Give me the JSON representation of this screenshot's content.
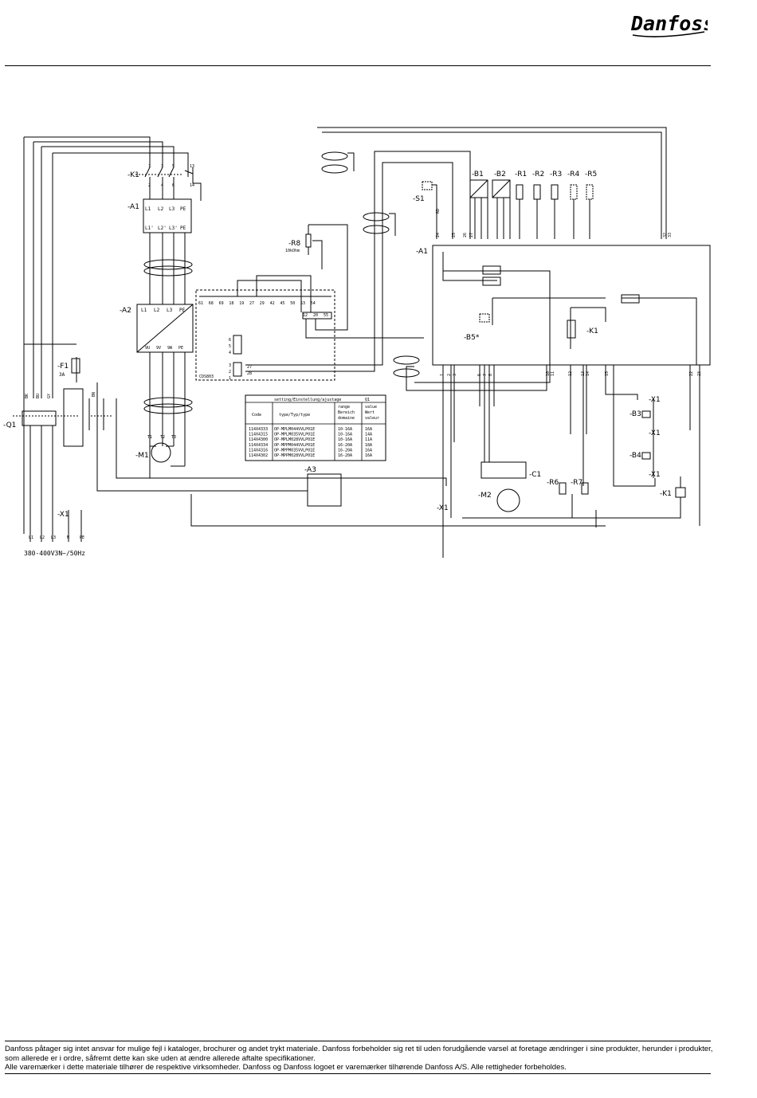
{
  "brand": {
    "logo_text": "Danfoss",
    "color": "#000000"
  },
  "diagram": {
    "components": {
      "K1": "-K1",
      "A1_top": "-A1",
      "A2": "-A2",
      "M1": "-M1",
      "F1": "-F1",
      "F1_rating": "3A",
      "Q1": "-Q1",
      "X1_left": "-X1",
      "A3": "-A3",
      "R8": "-R8",
      "R8_value": "10kOhm",
      "A1_ctrl": "-A1",
      "S1": "-S1",
      "B1": "-B1",
      "B2": "-B2",
      "R1": "-R1",
      "R2": "-R2",
      "R3": "-R3",
      "R4": "-R4",
      "R5": "-R5",
      "B5": "-B5*",
      "K1_ctrl": "-K1",
      "C1": "-C1",
      "M2": "-M2",
      "R6": "-R6",
      "R7": "-R7",
      "X1_bottom": "-X1",
      "X1_22": "-X1",
      "B3": "-B3",
      "X1_20": "-X1",
      "B4": "-B4",
      "X1_15": "-X1",
      "K1_coil": "-K1",
      "CDS": "CDS803"
    },
    "supply": "380-400V3N~/50Hz",
    "mains_labels": [
      "L1",
      "L2",
      "L3",
      "N",
      "PE"
    ],
    "phase_labels": [
      "L1",
      "L2",
      "L3",
      "PE"
    ],
    "phase_out_labels": [
      "L1'",
      "L2'",
      "L3'",
      "PE"
    ],
    "vfd_in_labels": [
      "L1",
      "L2",
      "L3",
      "PE"
    ],
    "vfd_out_labels": [
      "9U",
      "9V",
      "9W",
      "PE"
    ],
    "motor_labels": [
      "T1",
      "T2",
      "T3"
    ],
    "contactor_terms_top": [
      "1",
      "3",
      "5",
      "13"
    ],
    "contactor_terms_bottom": [
      "2",
      "4",
      "6",
      "14"
    ],
    "vfd_terms_top": [
      "61",
      "68",
      "69",
      "18",
      "19",
      "27",
      "29",
      "42",
      "45",
      "50",
      "53",
      "54"
    ],
    "vfd_terms_low": [
      "12",
      "20",
      "55"
    ],
    "vfd_terms_side": [
      "6",
      "5",
      "4",
      "3",
      "2",
      "1"
    ],
    "vfd_side_wires": [
      "27",
      "28"
    ],
    "ctrl_terms_bottom": [
      "1",
      "2",
      "3",
      "6",
      "7",
      "8",
      "10",
      "11",
      "12",
      "13",
      "14",
      "15",
      "22",
      "23"
    ],
    "ctrl_terms_top": [
      "24",
      "25",
      "26",
      "27",
      "32",
      "33"
    ],
    "wire_colors": [
      "BK",
      "BU",
      "GY",
      "BN",
      "RD"
    ],
    "settings_table": {
      "title": "setting/Einstellung/ajustage",
      "title_col": "Q1",
      "headers": [
        "Code",
        "type/Typ/type",
        "range\nBereich\ndomaine",
        "value\nWert\nvaleur"
      ],
      "rows": [
        [
          "114X4333",
          "OP-MPLM044VVLP01E",
          "10-16A",
          "16A"
        ],
        [
          "114X4315",
          "OP-MPLM035VVLP01E",
          "10-16A",
          "14A"
        ],
        [
          "114X4300",
          "OP-MPLM028VVLP01E",
          "10-16A",
          "11A"
        ],
        [
          "114X4334",
          "OP-MPPM044VVLP01E",
          "16-20A",
          "18A"
        ],
        [
          "114X4316",
          "OP-MPPM035VVLP01E",
          "16-20A",
          "16A"
        ],
        [
          "114X4302",
          "OP-MPPM028VVLP01E",
          "16-20A",
          "16A"
        ]
      ]
    }
  },
  "footer": {
    "line1": "Danfoss påtager sig intet ansvar for mulige fejl i kataloger, brochurer og andet trykt materiale. Danfoss forbeholder sig ret til uden forudgående varsel at foretage ændringer i sine produkter, herunder i produkter, som allerede er i ordre, såfremt dette kan ske uden at ændre allerede aftalte specifikationer.",
    "line2": "Alle varemærker i dette materiale tilhører de respektive virksomheder. Danfoss og Danfoss logoet er varemærker tilhørende Danfoss A/S. Alle rettigheder forbeholdes."
  }
}
